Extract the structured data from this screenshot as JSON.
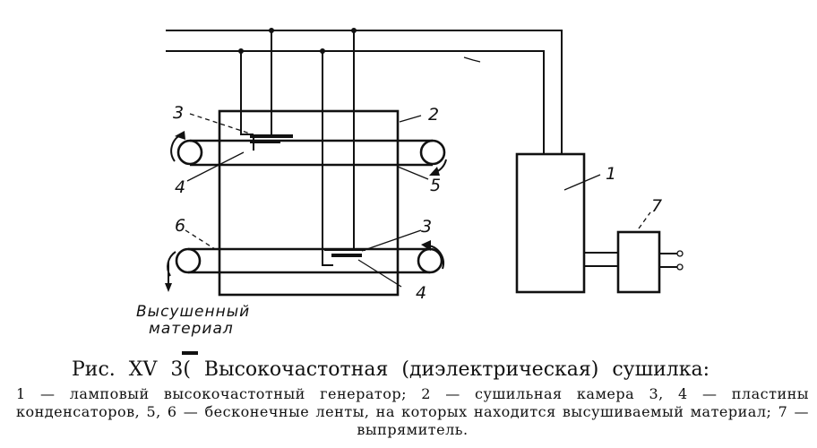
{
  "diagram": {
    "labels": {
      "l1": "1",
      "l2": "2",
      "l3_top": "3",
      "l3_bottom": "3",
      "l4_top": "4",
      "l4_bottom": "4",
      "l5": "5",
      "l6": "6",
      "l7": "7"
    },
    "material_lines": [
      "Высушенный",
      "материал"
    ]
  },
  "caption": {
    "fig_prefix": "Рис.",
    "fig_number": "XV 3(",
    "title": "Высокочастотная (диэлектрическая) сушилка:",
    "body": "1 — ламповый высокочастотный генератор; 2 — сушильная камера 3, 4 — пластины конденсаторов, 5, 6 — бесконечные ленты, на которых находится высушиваемый материал; 7 — выпрямитель."
  }
}
